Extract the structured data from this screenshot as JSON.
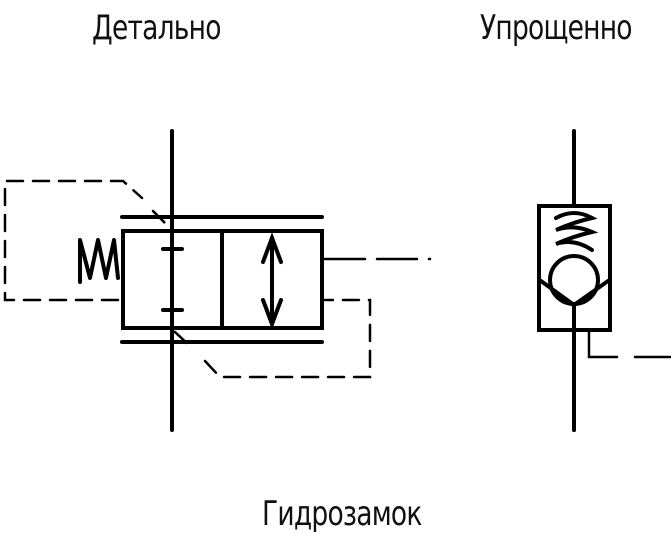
{
  "labels": {
    "detailed": "Детально",
    "simplified": "Упрощенно",
    "caption": "Гидрозамок"
  },
  "colors": {
    "stroke": "#000000",
    "background": "#ffffff"
  }
}
